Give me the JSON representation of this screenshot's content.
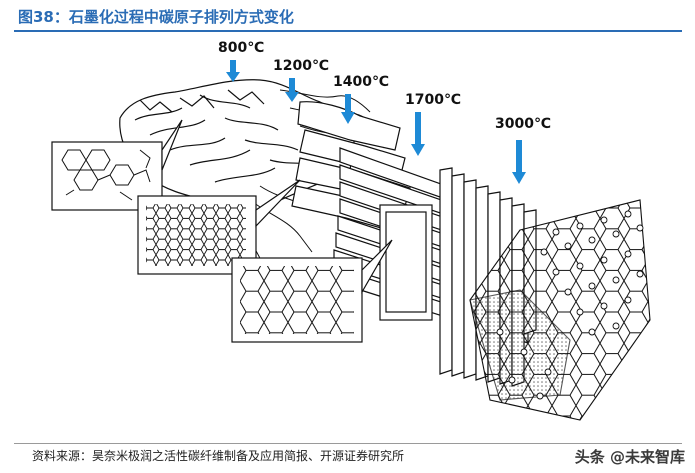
{
  "figure": {
    "title": "图38：石墨化过程中碳原子排列方式变化",
    "source": "资料来源：昊奈米极润之活性碳纤维制备及应用简报、开源证券研究所",
    "watermark": "头条 @未来智库"
  },
  "temperatures": [
    "800℃",
    "1200℃",
    "1400℃",
    "1700℃",
    "3000℃"
  ],
  "colors": {
    "accent": "#2a6cb5",
    "arrow": "#1e8ad6",
    "line": "#111111"
  }
}
